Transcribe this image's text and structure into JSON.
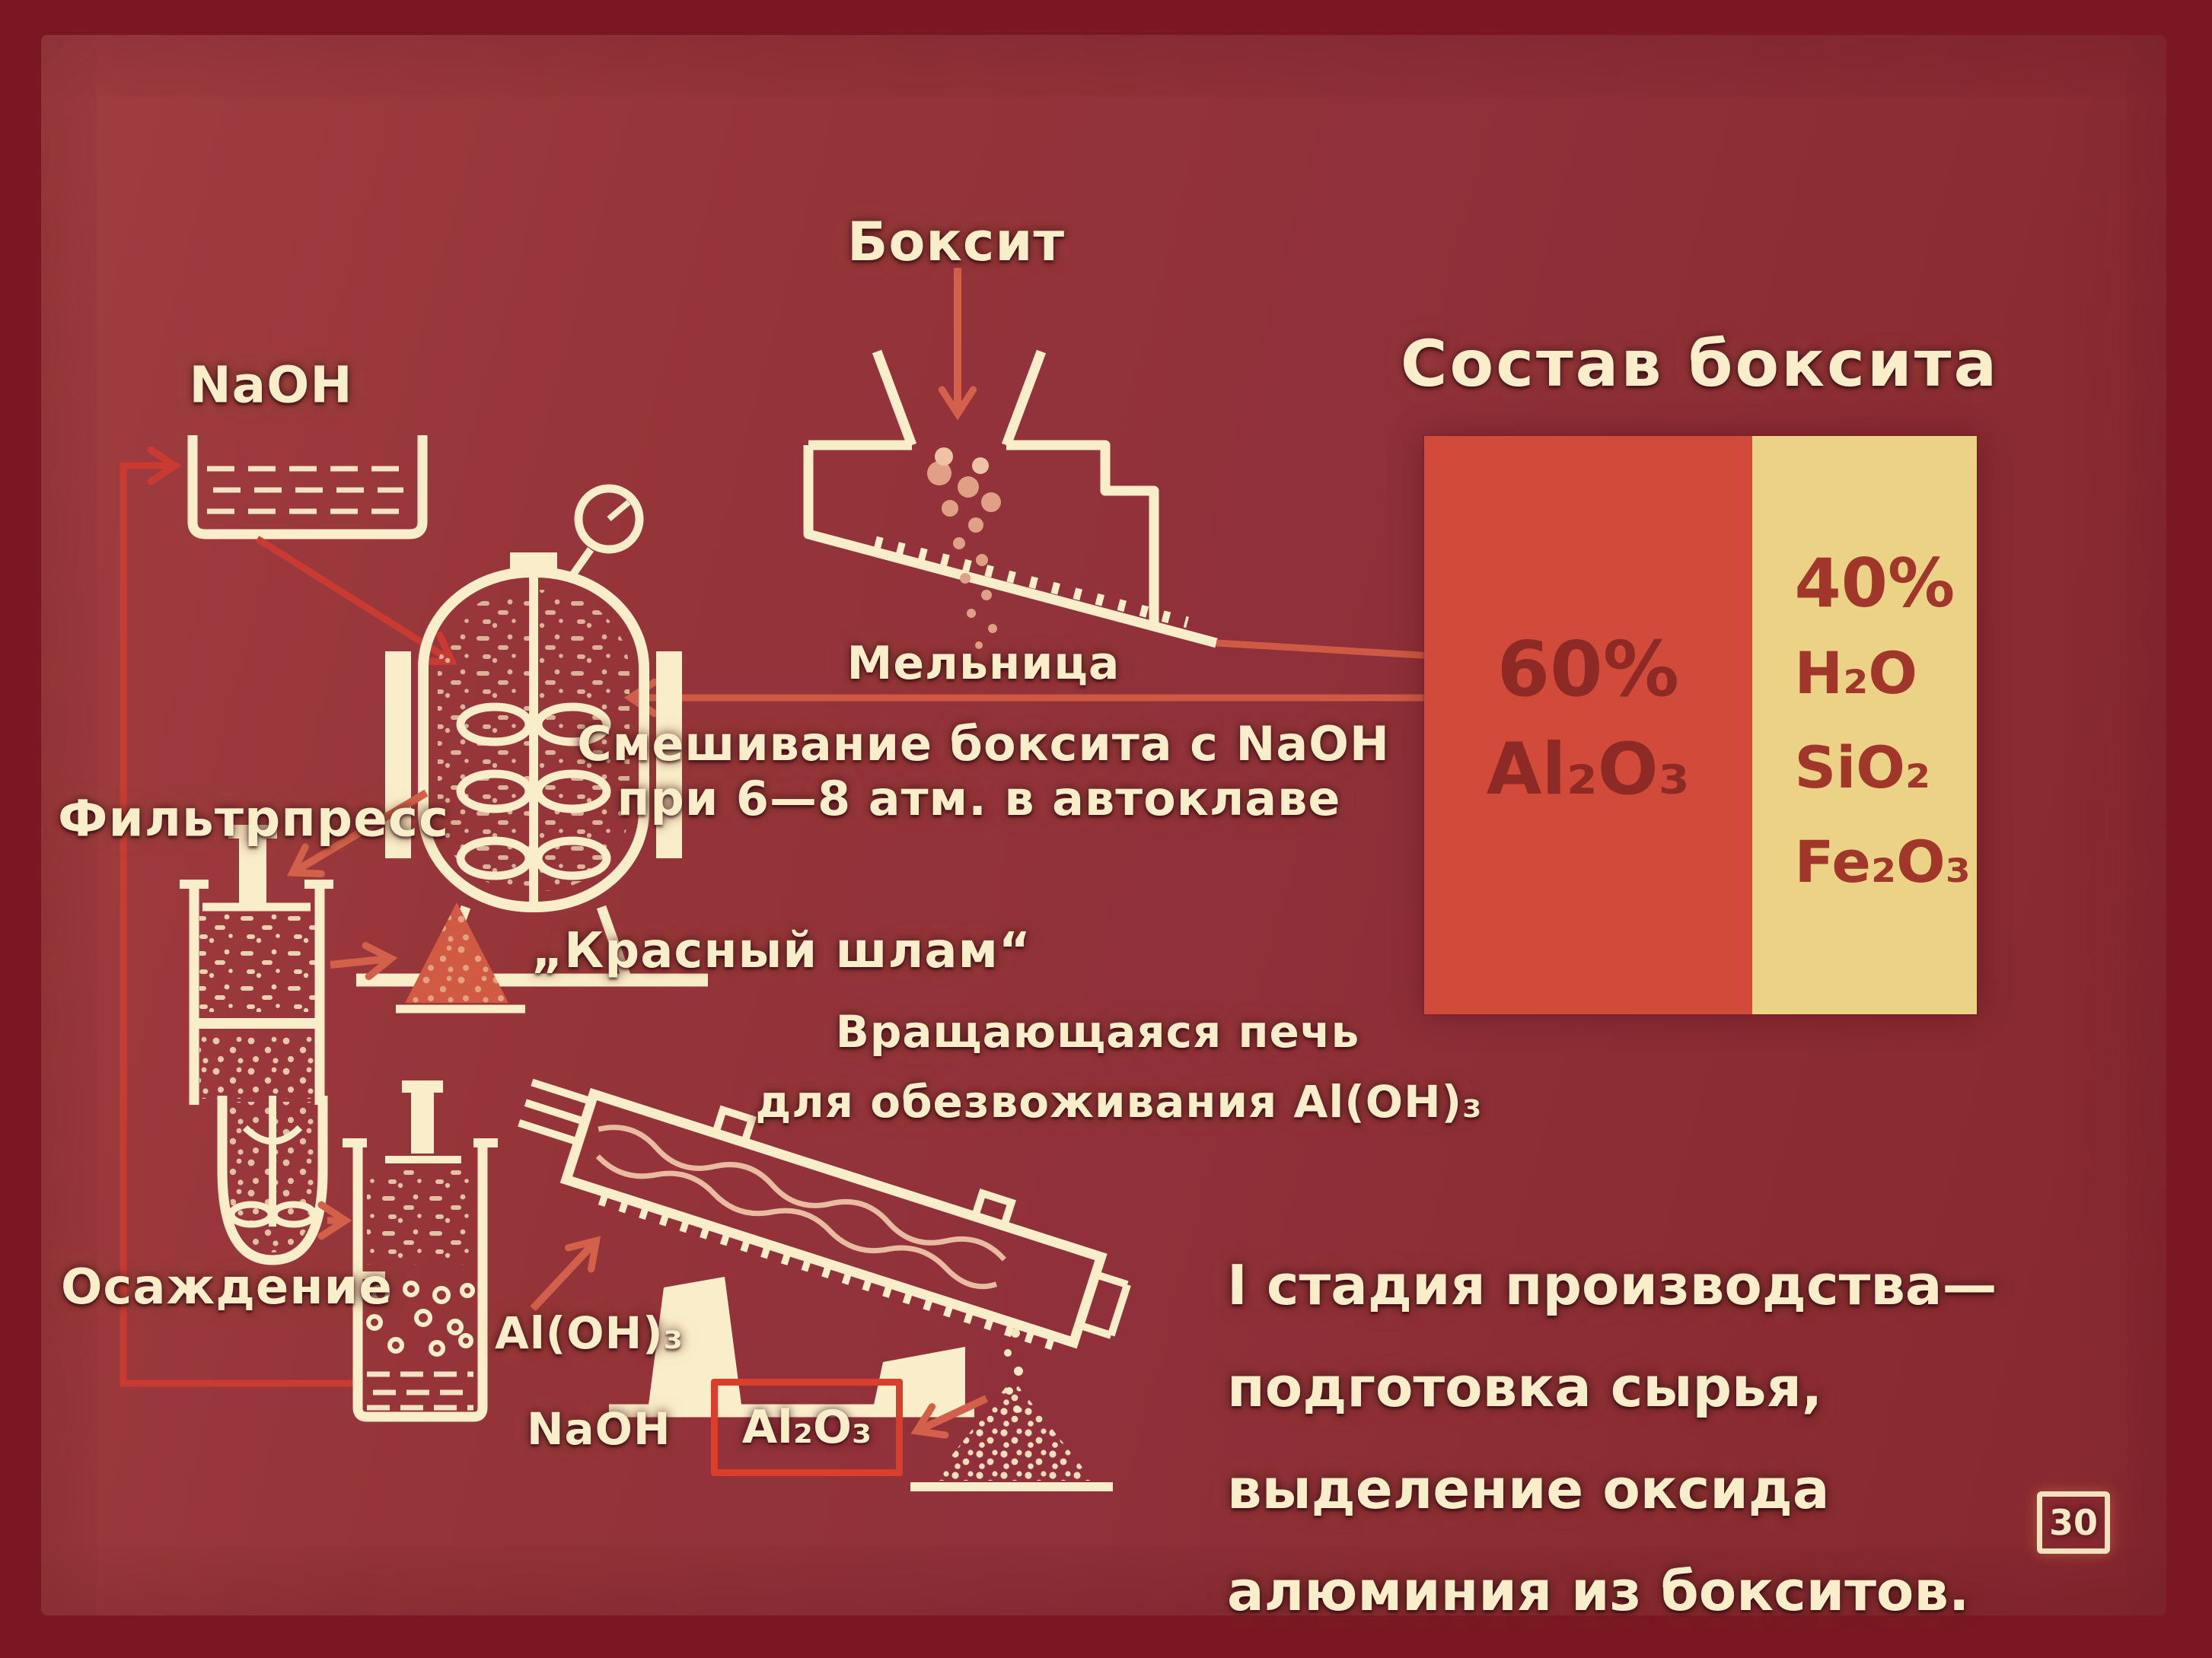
{
  "frame": {
    "number": "30"
  },
  "colors": {
    "outer_border": "#7a1722",
    "panel": "#90303a",
    "line_cream": "#f9edca",
    "arrow_salmon": "#d2604a",
    "recycle_red": "#c93a30",
    "box_red": "#da3f2c",
    "chart_red": "#d24b3a",
    "chart_yellow": "#ecd287"
  },
  "process": {
    "bauxite": "Боксит",
    "mill": "Мельница",
    "naoh_feed": "NaOH",
    "mixing_line1": "Смешивание боксита с NaOH",
    "mixing_line2": "при 6—8 атм. в автоклаве",
    "filter_press": "Фильтрпресс",
    "red_mud": "„Красный шлам“",
    "kiln_line1": "Вращающаяся печь",
    "kiln_line2": "для обезвоживания Al(OH)₃",
    "precipitation": "Осаждение",
    "aloh3": "Al(OH)₃",
    "naoh_recycle": "NaOH",
    "al2o3": "Al₂O₃"
  },
  "composition": {
    "title": "Состав боксита",
    "left_percent": "60%",
    "left_formula": "Al₂O₃",
    "right_percent": "40%",
    "right_formulas": [
      "H₂O",
      "SiO₂",
      "Fe₂O₃"
    ]
  },
  "chart_data": {
    "type": "bar",
    "title": "Состав боксита",
    "orientation": "proportional-split",
    "segments": [
      {
        "label": "Al₂O₃",
        "percent": 60,
        "color": "#d24b3a",
        "text_color": "#8e2a25"
      },
      {
        "label": "H₂O, SiO₂, Fe₂O₃",
        "percent": 40,
        "color": "#ecd287",
        "text_color": "#a0372a"
      }
    ],
    "grid": false,
    "legend_position": "inside"
  },
  "stage": {
    "line1": "I стадия производства—",
    "line2": "подготовка сырья,",
    "line3": "выделение оксида",
    "line4": "алюминия из бокситов."
  }
}
